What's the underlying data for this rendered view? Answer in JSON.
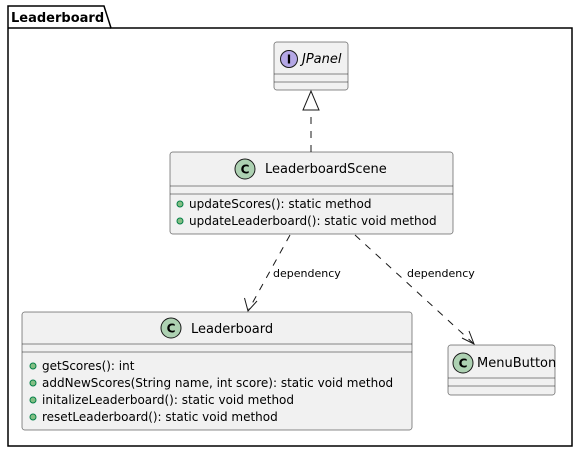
{
  "package": {
    "name": "Leaderboard"
  },
  "colors": {
    "class_fill": "#F1F1F1",
    "class_stroke": "#181818",
    "class_badge": "#ADD1B2",
    "interface_badge": "#B4A7E5",
    "method_dot": "#84BE84",
    "method_dot_stroke": "#038048"
  },
  "classes": {
    "jpanel": {
      "name": "JPanel",
      "stereotype_letter": "I",
      "icon": "interface-badge-icon",
      "methods": []
    },
    "scene": {
      "name": "LeaderboardScene",
      "stereotype_letter": "C",
      "icon": "class-badge-icon",
      "methods": [
        "updateScores(): static method",
        "updateLeaderboard(): static void method"
      ]
    },
    "leaderboard": {
      "name": "Leaderboard",
      "stereotype_letter": "C",
      "icon": "class-badge-icon",
      "methods": [
        "getScores(): int",
        "addNewScores(String name, int score): static void method",
        "initalizeLeaderboard(): static void method",
        "resetLeaderboard(): static void method"
      ]
    },
    "menubutton": {
      "name": "MenuButton",
      "stereotype_letter": "C",
      "icon": "class-badge-icon",
      "methods": []
    }
  },
  "relations": {
    "realization": {
      "from": "LeaderboardScene",
      "to": "JPanel",
      "type": "realization"
    },
    "dep_leaderboard": {
      "from": "LeaderboardScene",
      "to": "Leaderboard",
      "type": "dependency",
      "label": "dependency"
    },
    "dep_menubutton": {
      "from": "LeaderboardScene",
      "to": "MenuButton",
      "type": "dependency",
      "label": "dependency"
    }
  }
}
